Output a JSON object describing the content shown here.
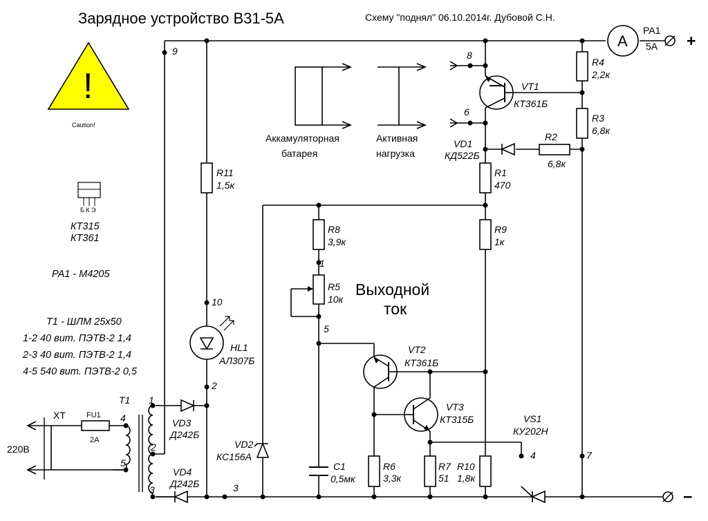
{
  "header": {
    "title": "Зарядное устройство В31-5А",
    "credit": "Схему \"поднял\" 06.10.2014г. Дубовой С.Н."
  },
  "caution": {
    "label": "Caution!",
    "symbol": "!",
    "color": "#ffff00"
  },
  "transistor_package": {
    "pins": "Б К Э",
    "types": [
      "КТ315",
      "КТ361"
    ]
  },
  "meter_spec": "PA1 - М4205",
  "transformer_spec": [
    "Т1 - ШЛМ 25х50",
    "1-2 40 вит. ПЭТВ-2 1,4",
    "2-3 40 вит. ПЭТВ-2 1,4",
    "4-5 540 вит. ПЭТВ-2 0,5"
  ],
  "legend": {
    "battery": [
      "Аккамуляторная",
      "батарея"
    ],
    "load": [
      "Активная",
      "нагрузка"
    ]
  },
  "output_current_label": [
    "Выходной",
    "ток"
  ],
  "terminals": {
    "plus": "+",
    "minus": "−"
  },
  "mains": {
    "connector": "XT",
    "voltage": "220В"
  },
  "components": {
    "PA1": {
      "ref": "PA1",
      "value": "5А",
      "symbol": "A"
    },
    "FU1": {
      "ref": "FU1",
      "value": "2А"
    },
    "T1": {
      "ref": "Т1"
    },
    "VD3": {
      "ref": "VD3",
      "value": "Д242Б"
    },
    "VD4": {
      "ref": "VD4",
      "value": "Д242Б"
    },
    "VD2": {
      "ref": "VD2",
      "value": "КС156А"
    },
    "VD1": {
      "ref": "VD1",
      "value": "КД522Б"
    },
    "HL1": {
      "ref": "HL1",
      "value": "АЛ307Б"
    },
    "R11": {
      "ref": "R11",
      "value": "1,5к"
    },
    "R8": {
      "ref": "R8",
      "value": "3,9к"
    },
    "R5": {
      "ref": "R5",
      "value": "10к"
    },
    "R4": {
      "ref": "R4",
      "value": "2,2к"
    },
    "R3": {
      "ref": "R3",
      "value": "6,8к"
    },
    "R2": {
      "ref": "R2",
      "value": "6,8к"
    },
    "R1": {
      "ref": "R1",
      "value": "470"
    },
    "R9": {
      "ref": "R9",
      "value": "1к"
    },
    "R6": {
      "ref": "R6",
      "value": "3,3к"
    },
    "R7": {
      "ref": "R7",
      "value": "51"
    },
    "R10": {
      "ref": "R10",
      "value": "1,8к"
    },
    "C1": {
      "ref": "C1",
      "value": "0,5мк"
    },
    "VT1": {
      "ref": "VT1",
      "value": "КТ361Б"
    },
    "VT2": {
      "ref": "VT2",
      "value": "КТ361Б"
    },
    "VT3": {
      "ref": "VT3",
      "value": "КТ315Б"
    },
    "VS1": {
      "ref": "VS1",
      "value": "КУ202Н"
    }
  },
  "nodes": {
    "n1": "1",
    "n2": "2",
    "n3": "3",
    "n4": "4",
    "n5": "5",
    "n6": "6",
    "n7": "7",
    "n8": "8",
    "n9": "9",
    "n10": "10"
  },
  "transformer_pins": {
    "p1": "1",
    "p2": "2",
    "p3": "3",
    "p4": "4",
    "p5": "5"
  }
}
